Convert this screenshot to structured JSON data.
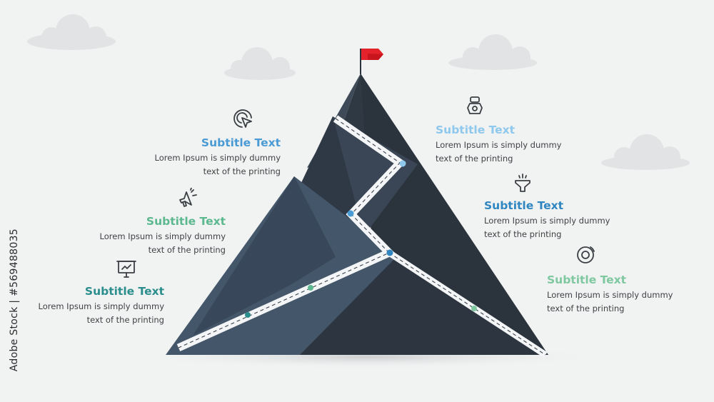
{
  "colors": {
    "background": "#f1f2f2",
    "mountain_dark": "#2e3640",
    "mountain_mid": "#3a4553",
    "mountain_light": "#47586b",
    "path": "#f4f5f6",
    "flag": "#e3222b",
    "cloud": "#e2e3e4",
    "icon": "#3b3f44"
  },
  "steps": [
    {
      "title": "Subtitle Text",
      "line1": "Lorem Ipsum is simply  dummy",
      "line2": "text of the printing",
      "color": "#4a9bd4",
      "icon": "pointer-click-icon",
      "side": "left"
    },
    {
      "title": "Subtitle Text",
      "line1": "Lorem Ipsum is simply  dummy",
      "line2": "text of the printing",
      "color": "#8ec8ec",
      "icon": "kettlebell-icon",
      "side": "right"
    },
    {
      "title": "Subtitle Text",
      "line1": "Lorem Ipsum is simply  dummy",
      "line2": "text of the printing",
      "color": "#5cb88f",
      "icon": "megaphone-icon",
      "side": "left"
    },
    {
      "title": "Subtitle Text",
      "line1": "Lorem Ipsum is simply  dummy",
      "line2": "text of the printing",
      "color": "#2f86c0",
      "icon": "funnel-icon",
      "side": "right"
    },
    {
      "title": "Subtitle Text",
      "line1": "Lorem Ipsum is simply  dummy",
      "line2": "text of the printing",
      "color": "#2b8e8c",
      "icon": "presentation-chart-icon",
      "side": "left"
    },
    {
      "title": "Subtitle Text",
      "line1": "Lorem Ipsum is simply  dummy",
      "line2": "text of the printing",
      "color": "#7fc8a0",
      "icon": "orbit-icon",
      "side": "right"
    }
  ],
  "watermark": {
    "brand": "Adobe Stock",
    "stock_id": "#569488035"
  }
}
